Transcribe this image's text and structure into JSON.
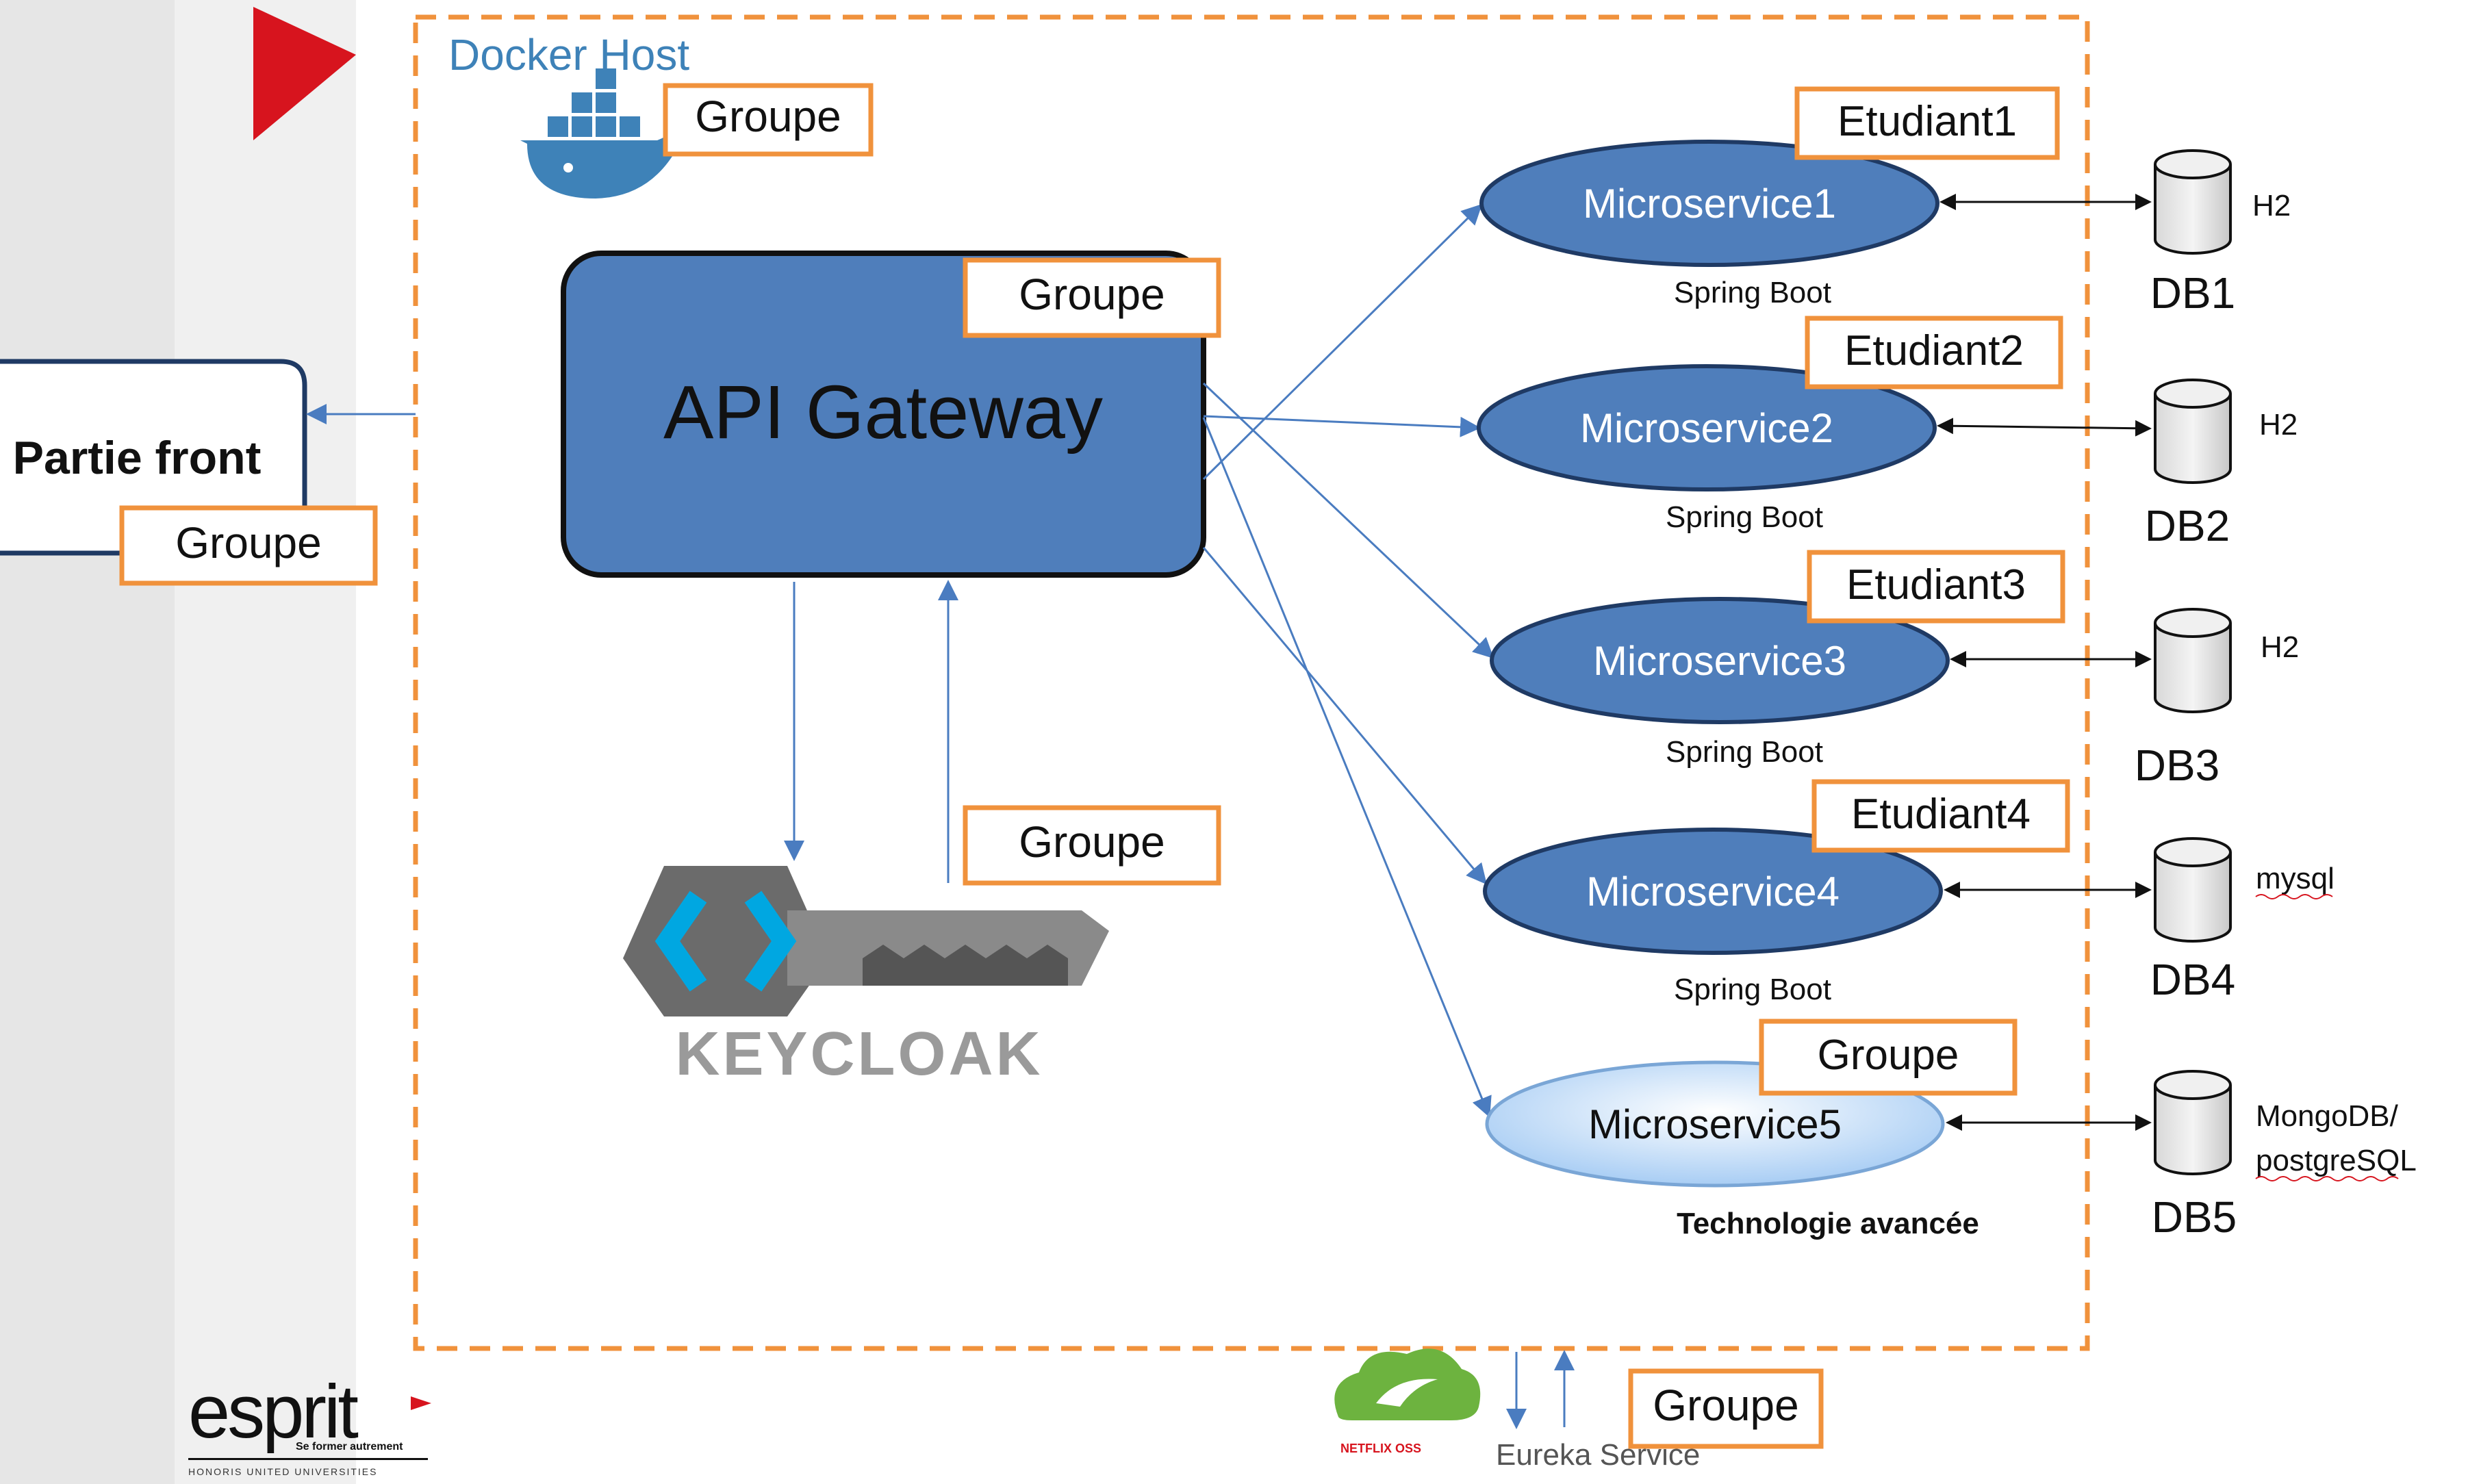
{
  "docker_host": {
    "title": "Docker Host",
    "group_label": "Groupe"
  },
  "frontend": {
    "label": "Partie front",
    "group_label": "Groupe"
  },
  "api_gateway": {
    "label": "API Gateway",
    "group_label": "Groupe"
  },
  "keycloak": {
    "label": "KEYCLOAK",
    "group_label": "Groupe"
  },
  "microservices": [
    {
      "name": "Microservice1",
      "subtitle": "Spring Boot",
      "owner": "Etudiant1",
      "db": "DB1",
      "db_type": "H2"
    },
    {
      "name": "Microservice2",
      "subtitle": "Spring Boot",
      "owner": "Etudiant2",
      "db": "DB2",
      "db_type": "H2"
    },
    {
      "name": "Microservice3",
      "subtitle": "Spring Boot",
      "owner": "Etudiant3",
      "db": "DB3",
      "db_type": "H2"
    },
    {
      "name": "Microservice4",
      "subtitle": "Spring Boot",
      "owner": "Etudiant4",
      "db": "DB4",
      "db_type": "mysql"
    },
    {
      "name": "Microservice5",
      "subtitle": "Technologie avancée",
      "owner": "Groupe",
      "db": "DB5",
      "db_type_line1": "MongoDB/",
      "db_type_line2": "postgreSQL"
    }
  ],
  "eureka": {
    "label": "Eureka Service",
    "group_label": "Groupe",
    "brand": "NETFLIX OSS"
  },
  "logo": {
    "name": "esprit",
    "tagline": "Se former autrement",
    "footer": "HONORIS UNITED UNIVERSITIES"
  },
  "colors": {
    "accent": "#F0923C",
    "node_blue": "#4F7EBB",
    "node_border": "#1F3A64",
    "title_blue": "#3E82B8",
    "arrow": "#4A7CC0",
    "red": "#D7141E"
  }
}
